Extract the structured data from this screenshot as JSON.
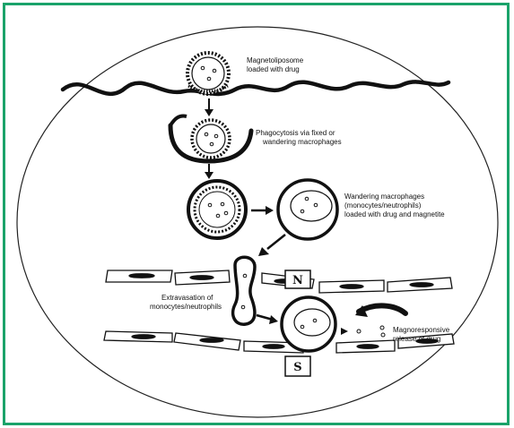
{
  "frame_color": "#1aa36a",
  "labels": {
    "magnetoliposome": [
      "Magnetoliposome",
      "loaded with drug"
    ],
    "phagocytosis": [
      "Phagocytosis via fixed or",
      "wandering macrophages"
    ],
    "wandering": [
      "Wandering macrophages",
      "(monocytes/neutrophils)",
      "loaded with drug and magnetite"
    ],
    "extravasation": [
      "Extravasation of",
      "monocytes/neutrophils"
    ],
    "magnoresponsive": [
      "Magnoresponsive",
      "release of drug"
    ]
  },
  "magnets": {
    "north": "N",
    "south": "S"
  }
}
